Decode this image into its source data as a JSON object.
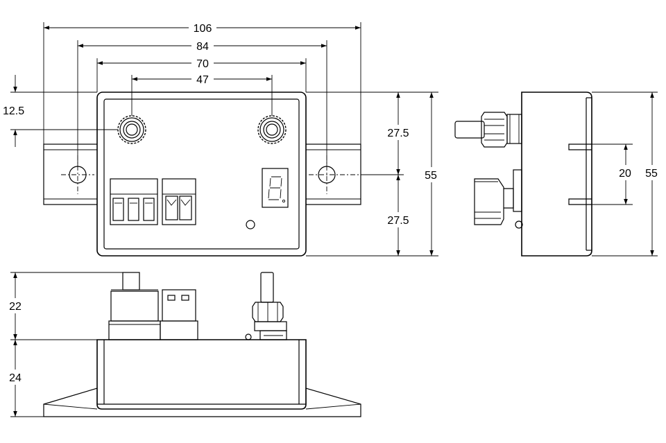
{
  "front_view": {
    "dimensions": {
      "overall_flange_width": "106",
      "mounting_hole_spacing": "84",
      "body_width": "70",
      "terminal_spacing": "47",
      "hole_offset": "12.5",
      "upper_half_height": "27.5",
      "lower_half_height": "27.5",
      "overall_height": "55"
    }
  },
  "side_view": {
    "dimensions": {
      "slot_height": "20",
      "overall_height": "55"
    }
  },
  "bottom_view": {
    "dimensions": {
      "terminal_height": "22",
      "body_height": "24"
    }
  }
}
